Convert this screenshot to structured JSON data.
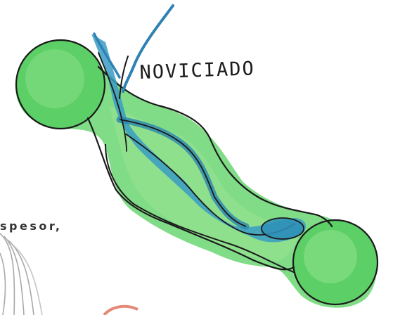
{
  "annotation": {
    "label": "NOVICIADO"
  },
  "cropped_text": {
    "snippet": "spesor,"
  },
  "colors": {
    "green_fill": "#5fd36a",
    "green_light": "#8fe38e",
    "blue_water": "#2d8fb8",
    "blue_dark": "#1e6f9a",
    "ink": "#1a1a1a",
    "red_arc": "#e36a5a",
    "grey_contour": "#9a9a9a"
  },
  "icons": [
    "green-circle-node",
    "river-channel",
    "connector-line"
  ]
}
